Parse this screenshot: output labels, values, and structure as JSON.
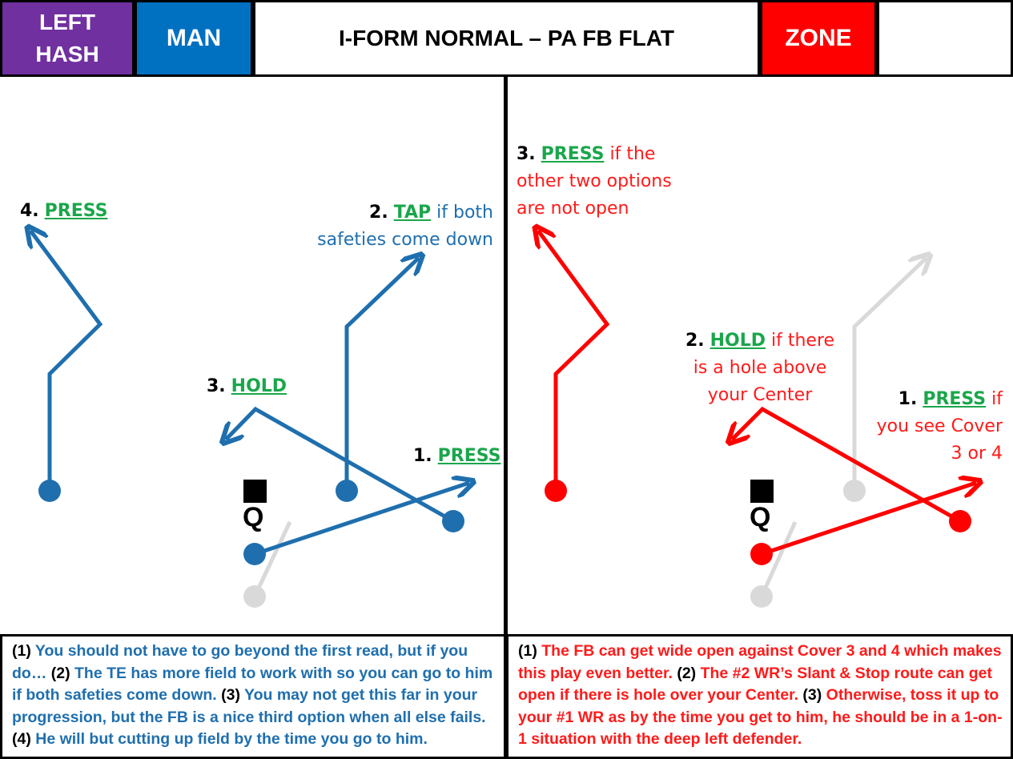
{
  "header": {
    "hash": "LEFT\nHASH",
    "man": "MAN",
    "title": "I-FORM NORMAL – PA FB FLAT",
    "zone": "ZONE"
  },
  "colors": {
    "man_route": "#1f6fae",
    "zone_route": "#ff0000",
    "inactive_route": "#d9d9d9",
    "label_keyword": "#1aa64b",
    "hash_header": "#7030a0",
    "man_header": "#0070c0",
    "zone_header": "#ff0000"
  },
  "man_side": {
    "labels": {
      "r4_num": "4.",
      "r4_kw": "PRESS",
      "r2_num": "2.",
      "r2_kw": "TAP",
      "r2_text1": " if both",
      "r2_text2": "safeties come down",
      "r3_num": "3.",
      "r3_kw": "HOLD",
      "r1_num": "1.",
      "r1_kw": "PRESS"
    },
    "qb": "Q"
  },
  "zone_side": {
    "labels": {
      "r3_num": "3.",
      "r3_kw": "PRESS",
      "r3_text1": " if the",
      "r3_text2": "other two options",
      "r3_text3": "are not open",
      "r2_num": "2.",
      "r2_kw": "HOLD",
      "r2_text1": " if there",
      "r2_text2": "is a hole above",
      "r2_text3": "your Center",
      "r1_num": "1.",
      "r1_kw": "PRESS",
      "r1_text1": " if",
      "r1_text2": "you see Cover",
      "r1_text3": "3 or 4"
    },
    "qb": "Q"
  },
  "notes": {
    "man": [
      {
        "n": "(1) ",
        "t": "You should not have to go beyond the first read, but if you do… "
      },
      {
        "n": "(2) ",
        "t": "The TE has more field to work with so you can go to him if both safeties come down. "
      },
      {
        "n": "(3) ",
        "t": "You may not get this far in your progression, but the FB is a nice third option when all else fails. "
      },
      {
        "n": "(4) ",
        "t": "He will but cutting up field by the time you go to him."
      }
    ],
    "zone": [
      {
        "n": "(1) ",
        "t": "The FB can get wide open against Cover 3 and 4 which makes this play even better. "
      },
      {
        "n": "(2) ",
        "t": "The #2 WR’s Slant & Stop route can get open if there is hole over your Center. "
      },
      {
        "n": "(3) ",
        "t": "Otherwise, toss it up to your #1 WR as by the time you get to him, he should be in a 1-on-1 situation with the deep left defender."
      }
    ]
  }
}
